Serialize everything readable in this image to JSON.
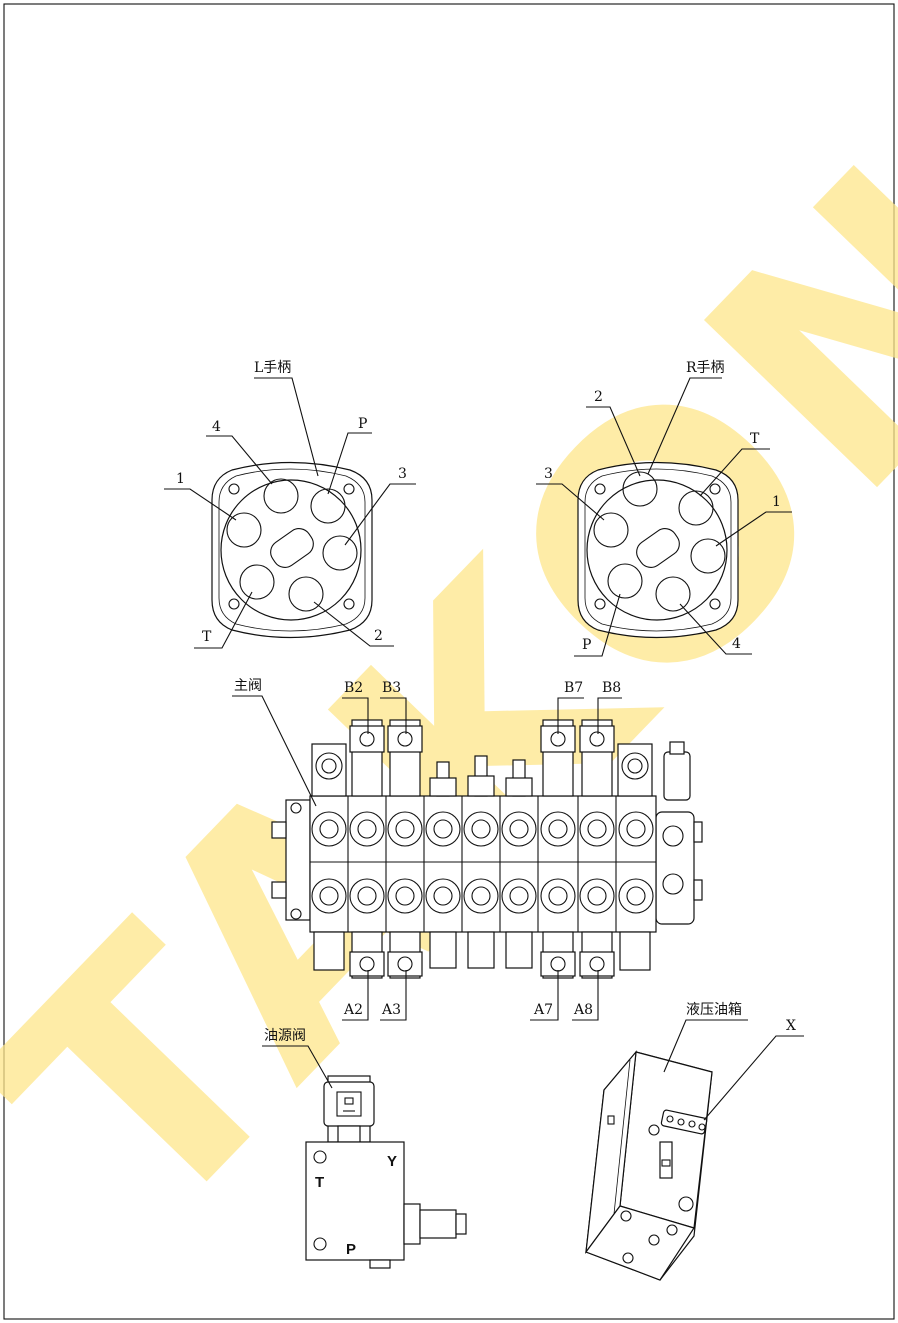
{
  "watermark": "TAKON",
  "left_handle": {
    "title": "L手柄",
    "ports": {
      "p1": "1",
      "p2": "2",
      "p3": "3",
      "p4": "4",
      "P": "P",
      "T": "T"
    }
  },
  "right_handle": {
    "title": "R手柄",
    "ports": {
      "p1": "1",
      "p2": "2",
      "p3": "3",
      "p4": "4",
      "P": "P",
      "T": "T"
    }
  },
  "main_valve": {
    "title": "主阀",
    "top_ports": [
      "B2",
      "B3",
      "B7",
      "B8"
    ],
    "bottom_ports": [
      "A2",
      "A3",
      "A7",
      "A8"
    ]
  },
  "source_valve": {
    "title": "油源阀",
    "ports": {
      "T": "T",
      "Y": "Y",
      "P": "P"
    }
  },
  "tank": {
    "title": "液压油箱",
    "port": "X"
  }
}
